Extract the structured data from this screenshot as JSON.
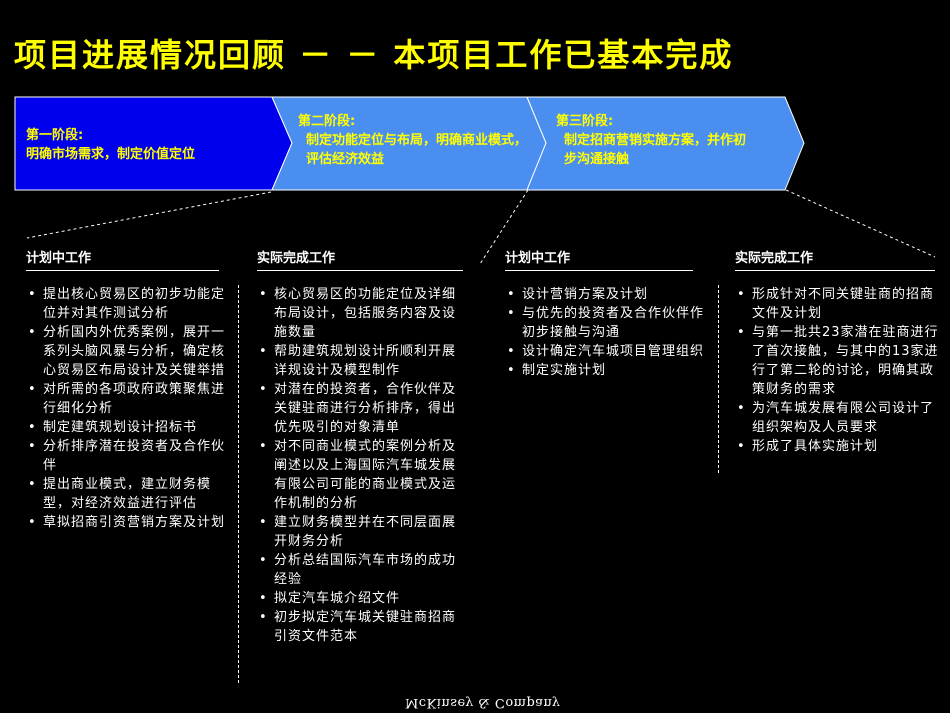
{
  "title": "项目进展情况回顾 － － 本项目工作已基本完成",
  "stages": [
    {
      "label": "第一阶段:",
      "text": "明确市场需求，制定价值定位"
    },
    {
      "label": "第二阶段:",
      "text": "制定功能定位与布局，明确商业模式，评估经济效益"
    },
    {
      "label": "第三阶段:",
      "text": "制定招商营销实施方案，并作初步沟通接触"
    }
  ],
  "columns": [
    {
      "heading": "计划中工作",
      "items": [
        "提出核心贸易区的初步功能定位并对其作测试分析",
        "分析国内外优秀案例，展开一系列头脑风暴与分析，确定核心贸易区布局设计及关键举措",
        "对所需的各项政府政策聚焦进行细化分析",
        "制定建筑规划设计招标书",
        "分析排序潜在投资者及合作伙伴",
        "提出商业模式，建立财务模型，对经济效益进行评估",
        "草拟招商引资营销方案及计划"
      ]
    },
    {
      "heading": "实际完成工作",
      "items": [
        "核心贸易区的功能定位及详细布局设计，包括服务内容及设施数量",
        "帮助建筑规划设计所顺利开展详规设计及模型制作",
        "对潜在的投资者，合作伙伴及关键驻商进行分析排序，得出优先吸引的对象清单",
        "对不同商业模式的案例分析及阐述以及上海国际汽车城发展有限公司可能的商业模式及运作机制的分析",
        "建立财务模型并在不同层面展开财务分析",
        "分析总结国际汽车市场的成功经验",
        "拟定汽车城介绍文件",
        "初步拟定汽车城关键驻商招商引资文件范本"
      ]
    },
    {
      "heading": "计划中工作",
      "items": [
        "设计营销方案及计划",
        "与优先的投资者及合作伙伴作初步接触与沟通",
        "设计确定汽车城项目管理组织",
        "制定实施计划"
      ]
    },
    {
      "heading": "实际完成工作",
      "items": [
        "形成针对不同关键驻商的招商文件及计划",
        "与第一批共23家潜在驻商进行了首次接触，与其中的13家进行了第二轮的讨论，明确其政策财务的需求",
        "为汽车城发展有限公司设计了组织架构及人员要求",
        "形成了具体实施计划"
      ]
    }
  ],
  "logo": "McKinsey & Company",
  "colors": {
    "title": "#ffff00",
    "stage1": "#0000ee",
    "stage23": "#4a8ef0",
    "background": "#000000"
  }
}
